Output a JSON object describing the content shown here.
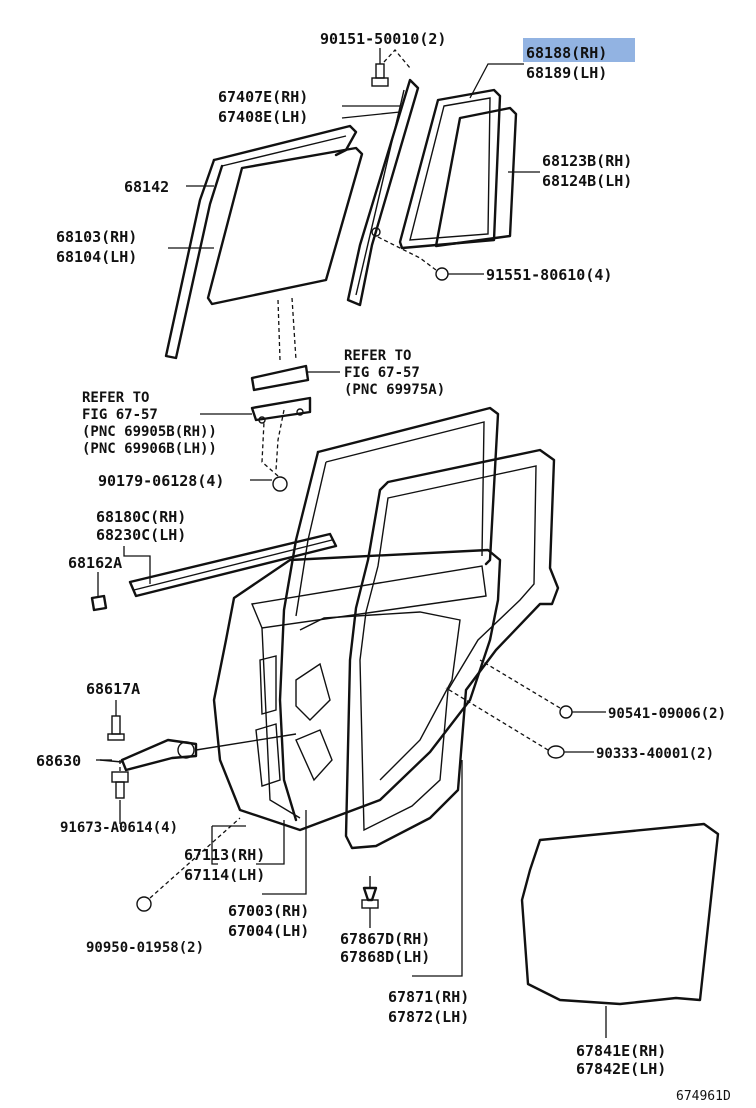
{
  "highlight": {
    "color": "#6e9ad8",
    "target": "68188 (RH)"
  },
  "labels": {
    "p90151": "90151-50010(2)",
    "p68188": "68188(RH)",
    "p68189": "68189(LH)",
    "p67407": "67407E(RH)",
    "p67408": "67408E(LH)",
    "p68142": "68142",
    "p68123": "68123B(RH)",
    "p68124": "68124B(LH)",
    "p68103": "68103(RH)",
    "p68104": "68104(LH)",
    "p91551": "91551-80610(4)",
    "ref1_a": "REFER TO",
    "ref1_b": "FIG 67-57",
    "ref1_c": "(PNC 69975A)",
    "ref2_a": "REFER TO",
    "ref2_b": "FIG 67-57",
    "ref2_c": "(PNC 69905B(RH))",
    "ref2_d": "(PNC 69906B(LH))",
    "p90179": "90179-06128(4)",
    "p68180": "68180C(RH)",
    "p68230": "68230C(LH)",
    "p68162": "68162A",
    "p68617": "68617A",
    "p68630": "68630",
    "p90541": "90541-09006(2)",
    "p90333": "90333-40001(2)",
    "p91673": "91673-A0614(4)",
    "p67113": "67113(RH)",
    "p67114": "67114(LH)",
    "p67003": "67003(RH)",
    "p67004": "67004(LH)",
    "p67867": "67867D(RH)",
    "p67868": "67868D(LH)",
    "p90950": "90950-01958(2)",
    "p67871": "67871(RH)",
    "p67872": "67872(LH)",
    "p67841": "67841E(RH)",
    "p67842": "67842E(LH)",
    "figure_id": "674961D"
  }
}
